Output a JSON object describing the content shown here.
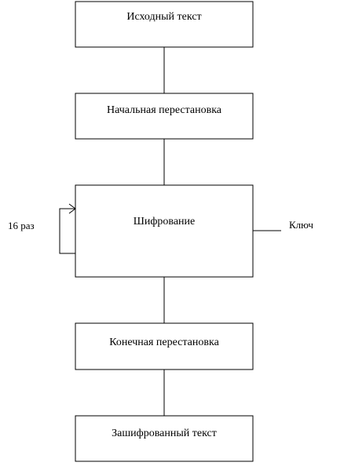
{
  "diagram": {
    "steps": {
      "input": "Исходный текст",
      "initial_permutation": "Начальная перестановка",
      "encryption": "Шифрование",
      "final_permutation": "Конечная перестановка",
      "output": "Зашифрованный текст"
    },
    "loop_label": "16 раз",
    "key_label": "Ключ"
  }
}
